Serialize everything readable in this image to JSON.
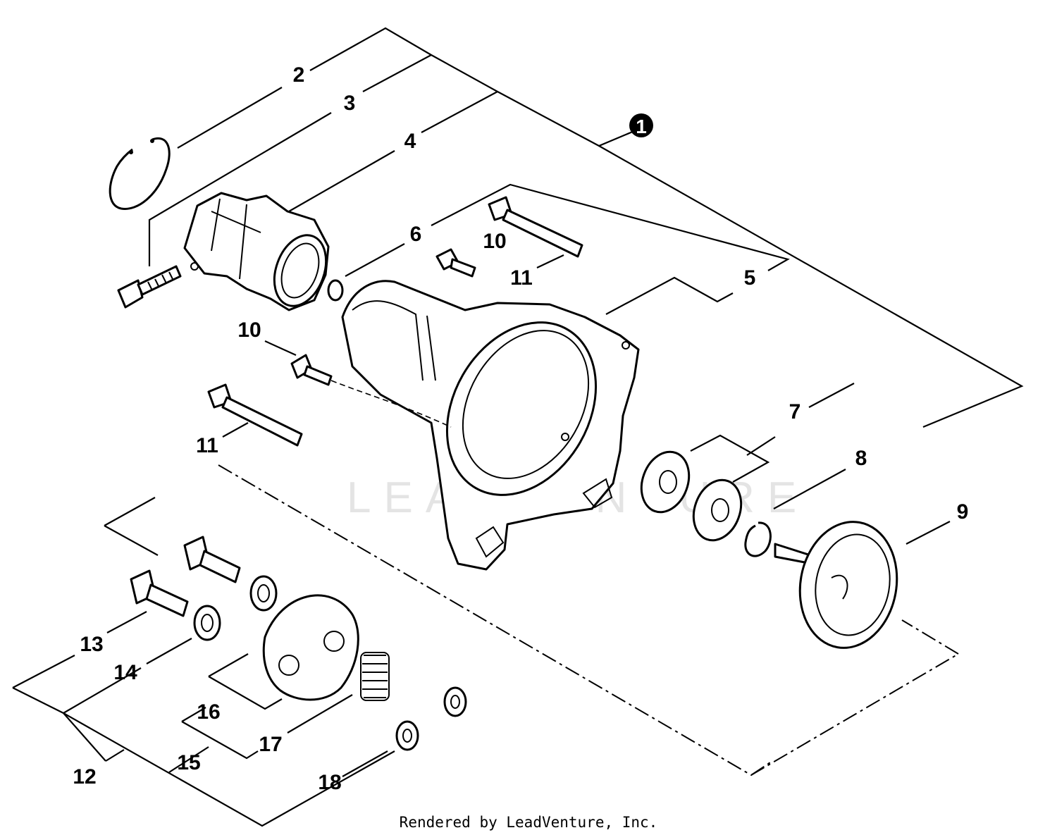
{
  "diagram": {
    "callouts": {
      "c1": "1",
      "c2": "2",
      "c3": "3",
      "c4": "4",
      "c5": "5",
      "c6": "6",
      "c7": "7",
      "c8": "8",
      "c9": "9",
      "c10a": "10",
      "c10b": "10",
      "c11a": "11",
      "c11b": "11",
      "c12": "12",
      "c13": "13",
      "c14": "14",
      "c15": "15",
      "c16": "16",
      "c17": "17",
      "c18": "18"
    },
    "watermark": "LEADVENTURE",
    "footer": "Rendered by LeadVenture, Inc."
  }
}
